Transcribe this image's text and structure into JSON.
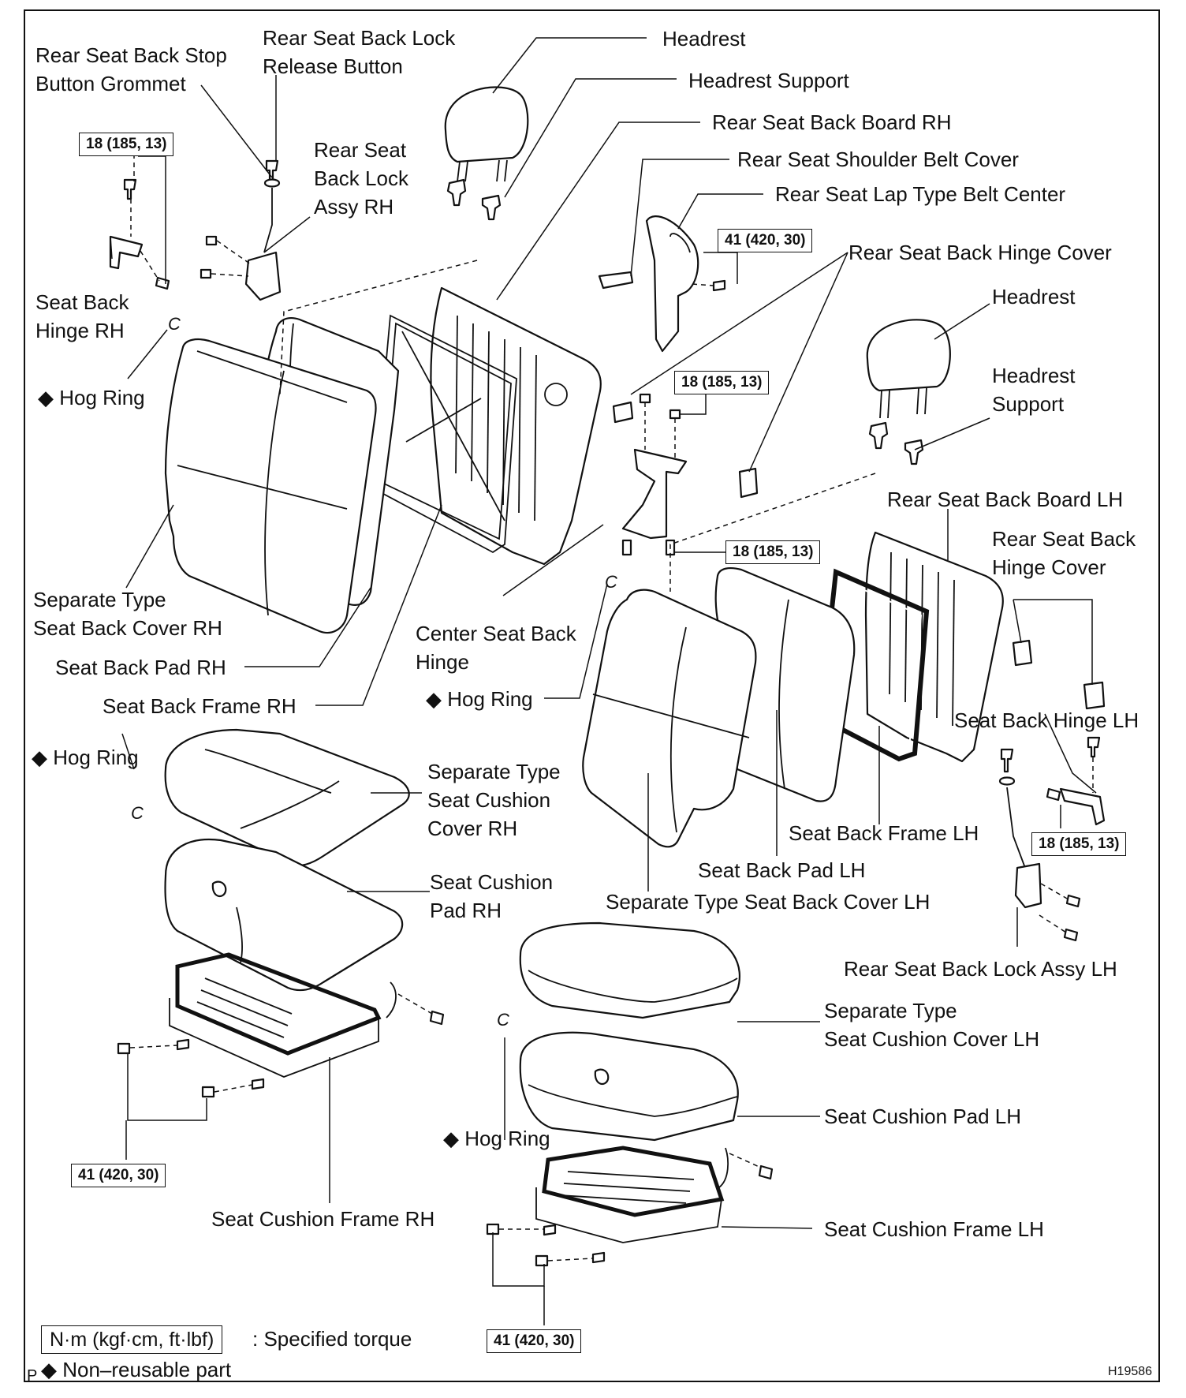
{
  "labels": {
    "stop_button_grommet": "Rear Seat Back Stop\nButton Grommet",
    "lock_release_button": "Rear Seat Back Lock\nRelease Button",
    "headrest_rh": "Headrest",
    "headrest_support_rh": "Headrest Support",
    "back_board_rh": "Rear Seat Back Board RH",
    "shoulder_belt_cover": "Rear Seat Shoulder Belt Cover",
    "lap_belt_center": "Rear Seat Lap Type Belt Center",
    "hinge_cover_upper": "Rear Seat Back Hinge Cover",
    "headrest_lh": "Headrest",
    "headrest_support_lh": "Headrest\nSupport",
    "back_board_lh": "Rear Seat Back Board LH",
    "hinge_cover_lh": "Rear Seat Back\nHinge Cover",
    "lock_assy_rh": "Rear Seat\nBack Lock\nAssy RH",
    "hinge_rh": "Seat Back\nHinge RH",
    "hog_ring_1": "◆ Hog Ring",
    "back_cover_rh": "Separate Type\nSeat Back Cover RH",
    "back_pad_rh": "Seat Back Pad RH",
    "back_frame_rh": "Seat Back Frame RH",
    "center_hinge": "Center Seat Back\nHinge",
    "hog_ring_2": "◆ Hog Ring",
    "hinge_lh": "Seat Back Hinge LH",
    "hog_ring_3": "◆ Hog Ring",
    "cushion_cover_rh": "Separate Type\nSeat Cushion\nCover RH",
    "back_frame_lh": "Seat Back Frame LH",
    "back_pad_lh": "Seat Back Pad LH",
    "cushion_pad_rh": "Seat Cushion\nPad RH",
    "back_cover_lh": "Separate Type Seat Back Cover LH",
    "lock_assy_lh": "Rear Seat Back Lock Assy LH",
    "cushion_cover_lh": "Separate Type\nSeat Cushion Cover LH",
    "cushion_pad_lh": "Seat Cushion Pad LH",
    "hog_ring_4": "◆ Hog Ring",
    "cushion_frame_rh": "Seat Cushion Frame RH",
    "cushion_frame_lh": "Seat Cushion Frame LH"
  },
  "torques": {
    "t1": "18 (185, 13)",
    "t2": "41 (420, 30)",
    "t3": "18 (185, 13)",
    "t4": "18 (185, 13)",
    "t5": "18 (185, 13)",
    "t6": "41 (420, 30)",
    "t7": "41 (420, 30)"
  },
  "c_mark": "C",
  "legend": {
    "unit_box": "N·m (kgf·cm, ft·lbf)",
    "unit_text": ": Specified torque",
    "non_reusable": "◆ Non–reusable part",
    "page_letter": "P"
  },
  "figure_code": "H19586"
}
